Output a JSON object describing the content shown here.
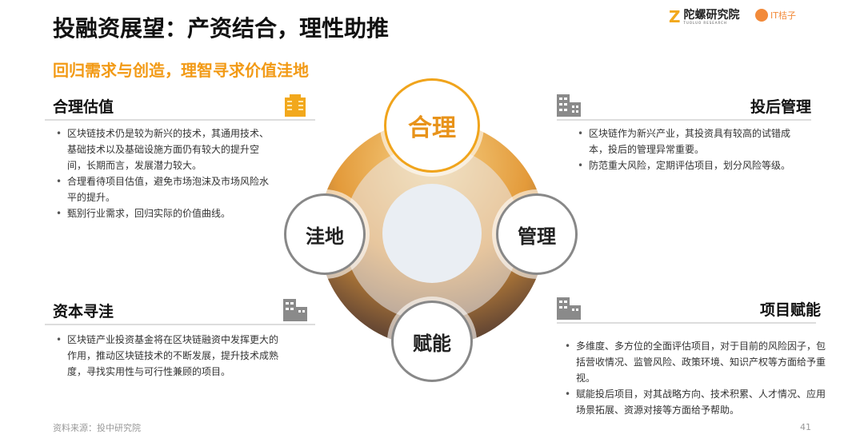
{
  "title": "投融资展望：产资结合，理性助推",
  "subtitle": "回归需求与创造，理智寻求价值洼地",
  "logos": {
    "tuoluo": "陀螺研究院",
    "tuoluo_en": "TUOLUO RESEARCH",
    "itjuzi": "IT桔子"
  },
  "center": {
    "top": "合理",
    "left": "洼地",
    "right": "管理",
    "bottom": "赋能"
  },
  "sections": {
    "valuation": {
      "heading": "合理估值",
      "items": [
        "区块链技术仍是较为新兴的技术，其通用技术、基础技术以及基础设施方面仍有较大的提升空间，长期而言，发展潜力较大。",
        "合理看待项目估值，避免市场泡沫及市场风险水平的提升。",
        "甄别行业需求，回归实际的价值曲线。"
      ]
    },
    "post": {
      "heading": "投后管理",
      "items": [
        "区块链作为新兴产业，其投资具有较高的试错成本，投后的管理异常重要。",
        "防范重大风险，定期评估项目，划分风险等级。"
      ]
    },
    "capital": {
      "heading": "资本寻洼",
      "items": [
        "区块链产业投资基金将在区块链融资中发挥更大的作用，推动区块链技术的不断发展，提升技术成熟度，寻找实用性与可行性兼顾的项目。"
      ]
    },
    "empower": {
      "heading": "项目赋能",
      "items": [
        "多维度、多方位的全面评估项目，对于目前的风险因子，包括营收情况、监管风险、政策环境、知识产权等方面给予重视。",
        "赋能投后项目，对其战略方向、技术积累、人才情况、应用场景拓展、资源对接等方面给予帮助。"
      ]
    }
  },
  "source": "资料来源：投中研究院",
  "page_number": "41",
  "colors": {
    "accent": "#f29a16",
    "icon_gray": "#8a8a8a"
  }
}
